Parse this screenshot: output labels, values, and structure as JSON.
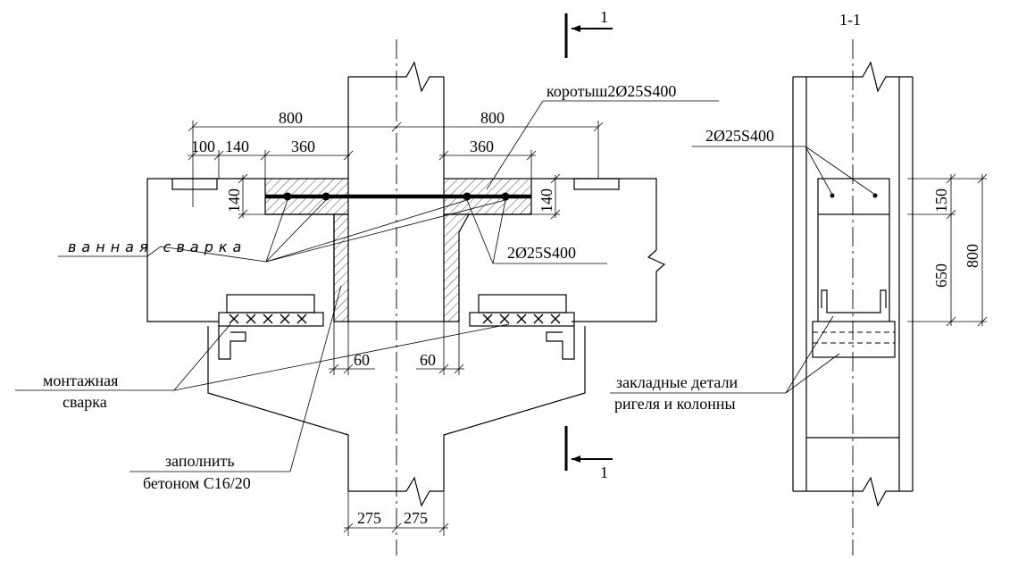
{
  "section_marker": {
    "top": "1",
    "bottom": "1",
    "view_title": "1-1"
  },
  "dimensions": {
    "beam_left_width": "800",
    "beam_right_width": "800",
    "left_seg_100": "100",
    "left_seg_140": "140",
    "left_seg_360": "360",
    "right_seg_360": "360",
    "left_vert_140": "140",
    "right_vert_140": "140",
    "left_gap_60": "60",
    "right_gap_60": "60",
    "col_half_left": "275",
    "col_half_right": "275",
    "side_150": "150",
    "side_650": "650",
    "side_800": "800"
  },
  "labels": {
    "short_bar": "коротыш2Ø25S400",
    "bars_right": "2Ø25S400",
    "bars_section": "2Ø25S400",
    "bath_weld": "ванная сварка",
    "mount_weld_1": "монтажная",
    "mount_weld_2": "сварка",
    "fill_1": "заполнить",
    "fill_2": "бетоном С16/20",
    "embedded_1": "закладные детали",
    "embedded_2": "ригеля и колонны"
  }
}
